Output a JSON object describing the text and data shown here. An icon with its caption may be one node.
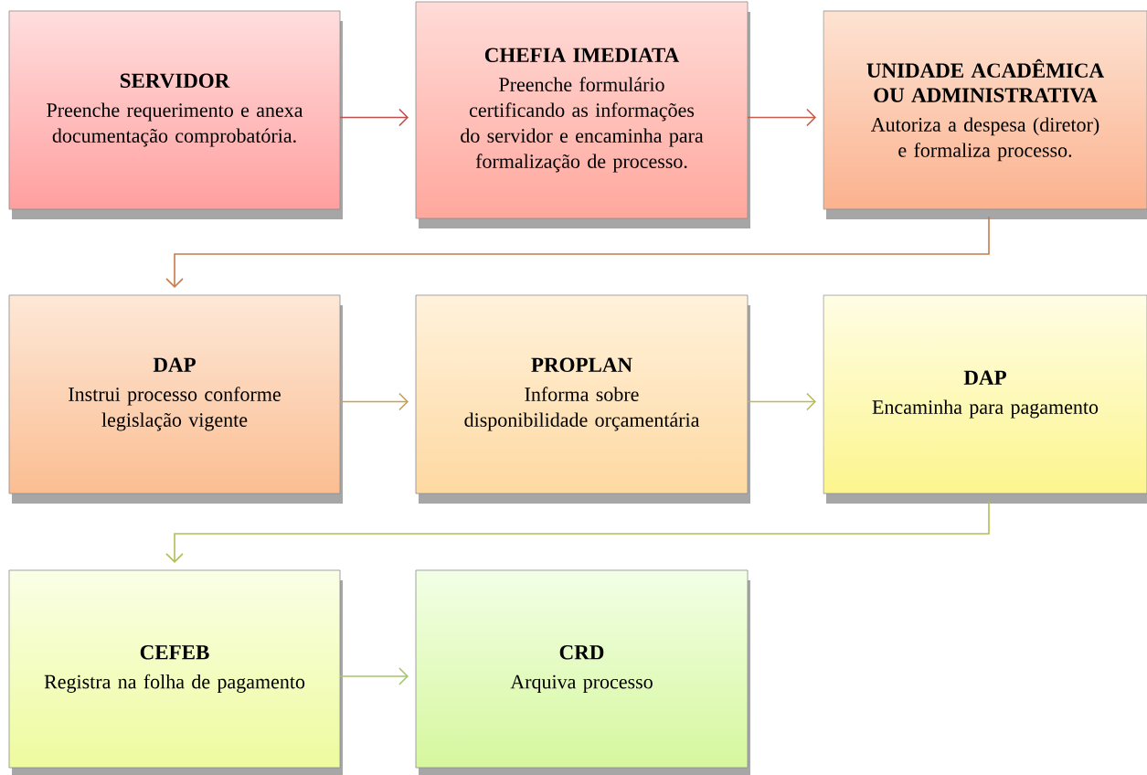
{
  "diagram": {
    "nodes": [
      {
        "text": [
          "SERVIDOR",
          "Preenche requerimento e anexa documentação comprobatória."
        ]
      },
      {
        "text": [
          "CHEFIA IMEDIATA",
          "Preenche formulário certificando as informações do servidor e encaminha para formalização de processo."
        ]
      },
      {
        "text": [
          "UNIDADE ACADÊMICA OU ADMINISTRATIVA",
          "Autoriza  a despesa (diretor) e formaliza processo."
        ]
      },
      {
        "text": [
          "DAP",
          "Instrui processo conforme legislação  vigente"
        ]
      },
      {
        "text": [
          "PROPLAN",
          "Informa sobre disponibilidade orçamentária"
        ]
      },
      {
        "text": [
          "DAP",
          "Encaminha  para pagamento"
        ]
      },
      {
        "text": [
          "CEFEB",
          "Registra na folha de pagamento"
        ]
      },
      {
        "text": [
          "CRD",
          "Arquiva processo"
        ]
      }
    ],
    "edges": [
      {
        "from": 0,
        "to": 1,
        "arrow": "to",
        "color": "#c0504d"
      },
      {
        "from": 1,
        "to": 2,
        "arrow": "to",
        "color": "#c95c4a"
      },
      {
        "from": 2,
        "to": 3,
        "arrow": "to",
        "color": "#c87a4a"
      },
      {
        "from": 3,
        "to": 4,
        "arrow": "to",
        "color": "#c9a04e"
      },
      {
        "from": 4,
        "to": 5,
        "arrow": "to",
        "color": "#b9bb50"
      },
      {
        "from": 5,
        "to": 6,
        "arrow": "to",
        "color": "#b3bd55"
      },
      {
        "from": 6,
        "to": 7,
        "arrow": "to",
        "color": "#a3c46a"
      }
    ]
  }
}
